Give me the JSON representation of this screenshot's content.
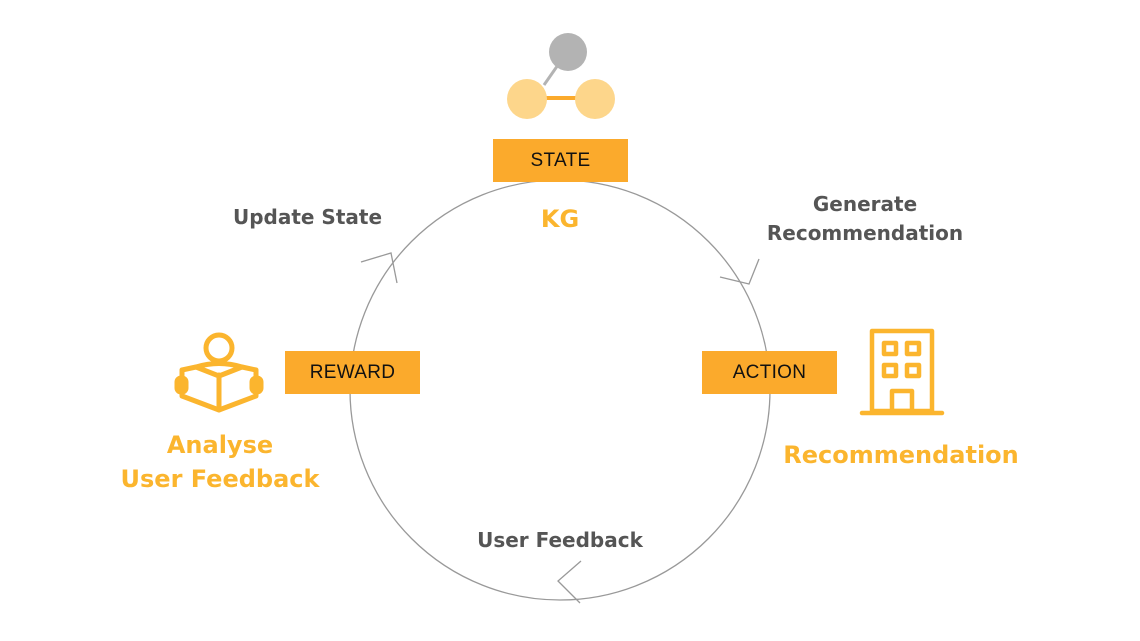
{
  "colors": {
    "accent": "#fbaa2c",
    "accent_light": "#fdd68b",
    "node_gray": "#b3b3b3",
    "label_gray": "#555555",
    "label_orange": "#fbb52e",
    "circle_stroke": "#999999"
  },
  "states": {
    "state": {
      "label": "STATE",
      "caption": "KG",
      "icon": "knowledge-graph-icon"
    },
    "action": {
      "label": "ACTION",
      "caption": "Recommendation",
      "icon": "building-icon"
    },
    "reward": {
      "label": "REWARD",
      "caption_line1": "Analyse",
      "caption_line2": "User Feedback",
      "icon": "reader-icon"
    }
  },
  "transitions": {
    "generate": {
      "line1": "Generate",
      "line2": "Recommendation"
    },
    "feedback": "User Feedback",
    "update": "Update State"
  }
}
